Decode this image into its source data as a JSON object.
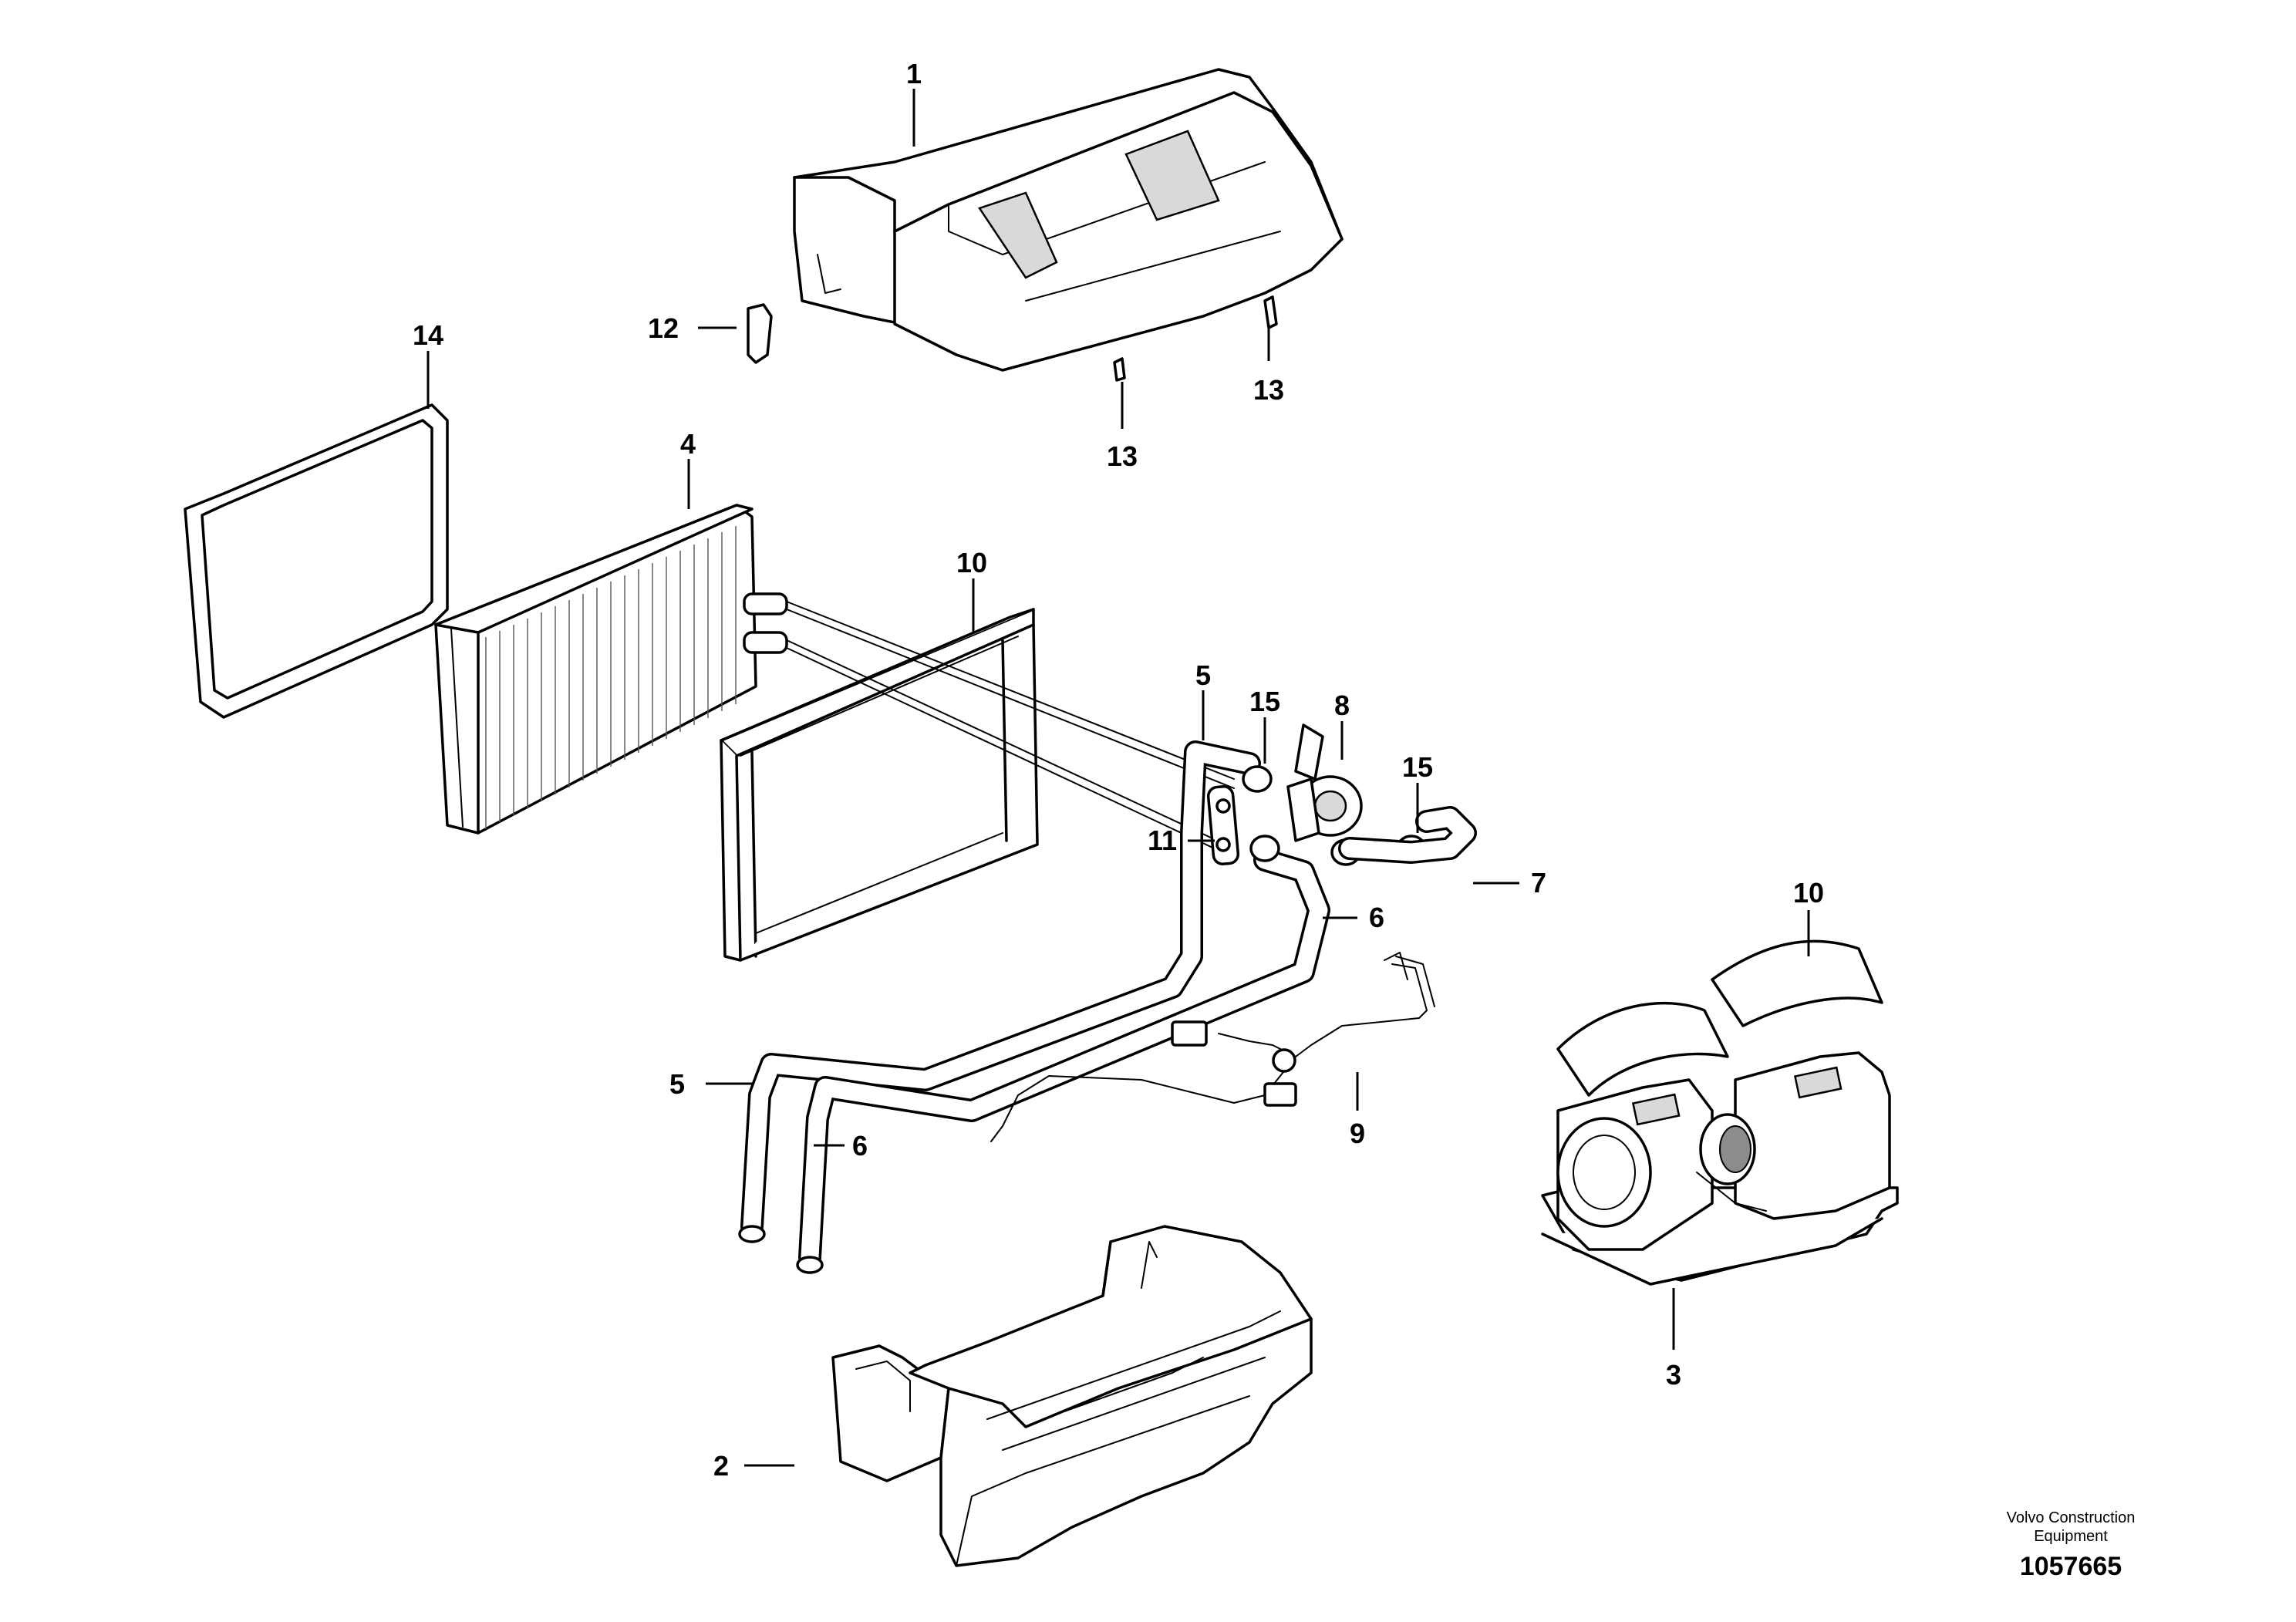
{
  "callouts": {
    "c1": "1",
    "c2": "2",
    "c3": "3",
    "c4": "4",
    "c5a": "5",
    "c5b": "5",
    "c6a": "6",
    "c6b": "6",
    "c7": "7",
    "c8": "8",
    "c9": "9",
    "c10a": "10",
    "c10b": "10",
    "c11": "11",
    "c12": "12",
    "c13a": "13",
    "c13b": "13",
    "c14": "14",
    "c15a": "15",
    "c15b": "15"
  },
  "footer": {
    "brand_line1": "Volvo Construction",
    "brand_line2": "Equipment",
    "drawing_number": "1057665"
  }
}
